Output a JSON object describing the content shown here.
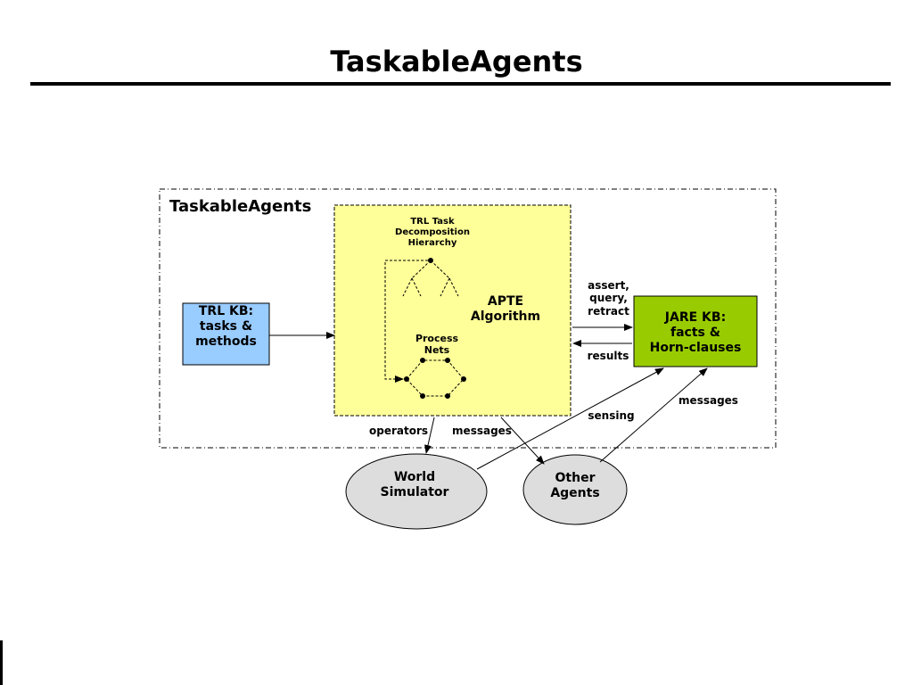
{
  "slide": {
    "title": "TaskableAgents"
  },
  "diagram": {
    "outer_label": "TaskableAgents",
    "trl_kb": {
      "line1": "TRL KB:",
      "line2": "tasks &",
      "line3": "methods"
    },
    "apte": {
      "line1": "APTE",
      "line2": "Algorithm"
    },
    "trl_task": {
      "line1": "TRL Task",
      "line2": "Decomposition",
      "line3": "Hierarchy"
    },
    "process_nets": {
      "line1": "Process",
      "line2": "Nets"
    },
    "jare_kb": {
      "line1": "JARE KB:",
      "line2": "facts &",
      "line3": "Horn-clauses"
    },
    "arrow_labels": {
      "assert": "assert,",
      "query": "query,",
      "retract": "retract",
      "results": "results",
      "operators": "operators",
      "messages_left": "messages",
      "sensing": "sensing",
      "messages_right": "messages"
    },
    "world_simulator": {
      "line1": "World",
      "line2": "Simulator"
    },
    "other_agents": {
      "line1": "Other",
      "line2": "Agents"
    },
    "colors": {
      "trl_kb_fill": "#99ccff",
      "apte_fill": "#ffff99",
      "jare_kb_fill": "#99cc00",
      "ellipse_fill": "#dddddd"
    }
  }
}
